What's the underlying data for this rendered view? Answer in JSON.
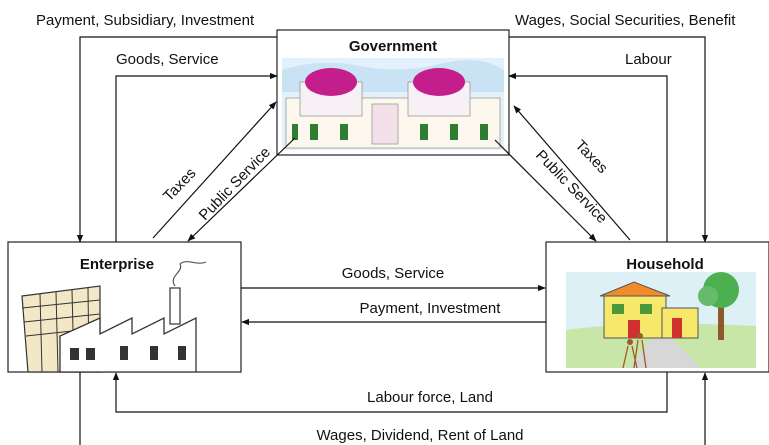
{
  "nodes": {
    "government": "Government",
    "enterprise": "Enterprise",
    "household": "Household"
  },
  "flows": {
    "top_left": "Payment, Subsidiary, Investment",
    "top_right": "Wages, Social Securities, Benefit",
    "goods_service_gov": "Goods, Service",
    "labour": "Labour",
    "taxes_left": "Taxes",
    "public_service_left": "Public Service",
    "taxes_right": "Taxes",
    "public_service_right": "Public Service",
    "goods_service_mid": "Goods, Service",
    "payment_investment": "Payment, Investment",
    "labour_force_land": "Labour force, Land",
    "wages_dividend_rent": "Wages, Dividend, Rent of Land"
  }
}
